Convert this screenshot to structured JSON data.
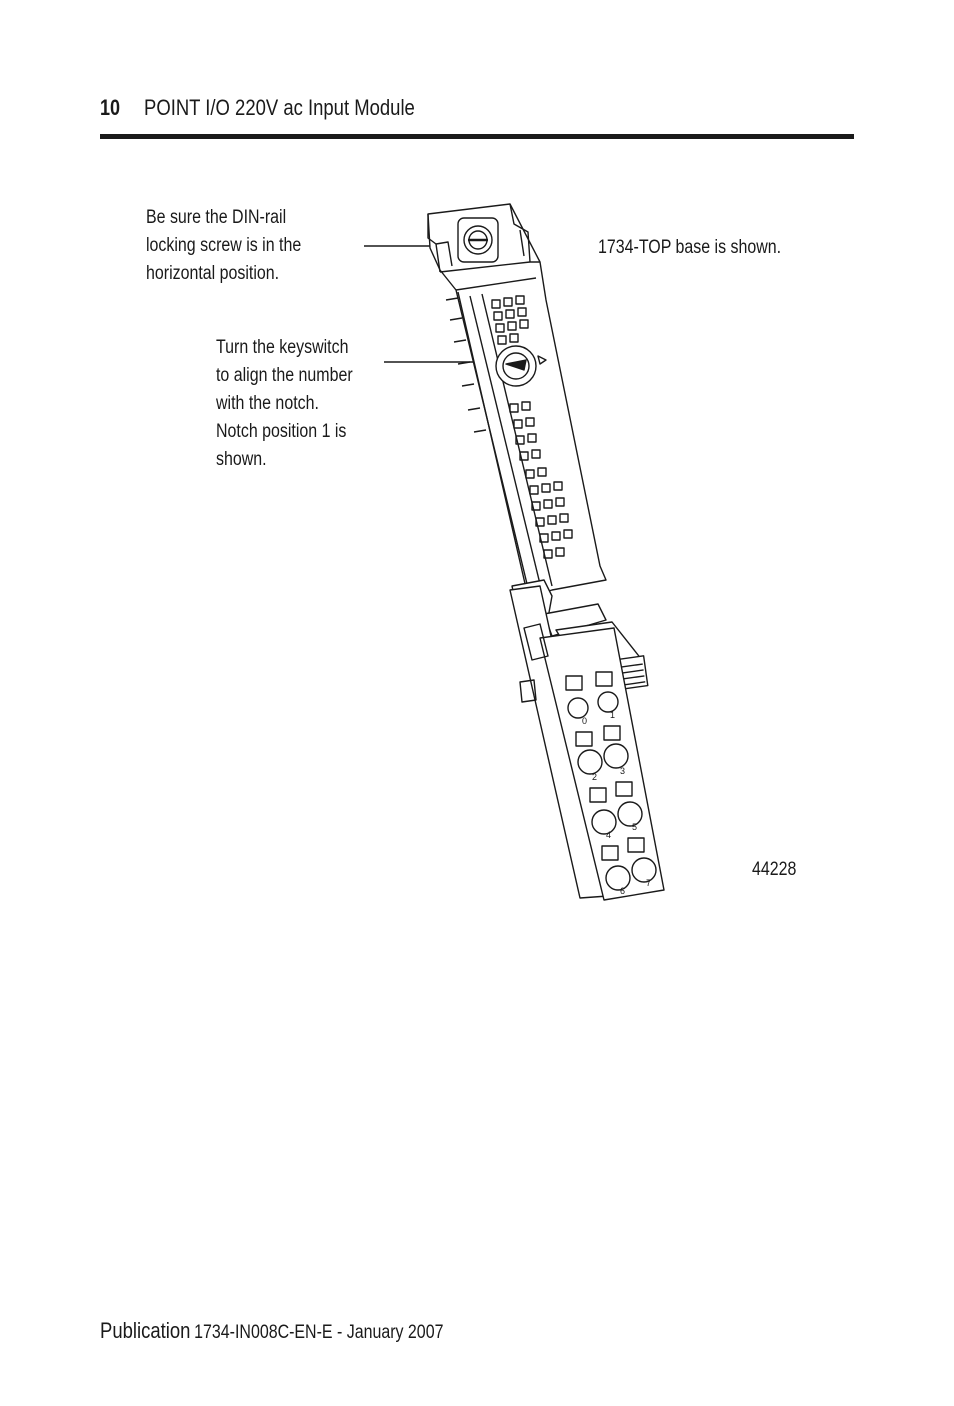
{
  "header": {
    "page_number": "10",
    "title": "POINT I/O 220V ac Input Module"
  },
  "callouts": {
    "din_rail": [
      "Be sure the DIN-rail",
      "locking screw is in the",
      "horizontal position."
    ],
    "keyswitch": [
      "Turn the keyswitch",
      "to align the number",
      "with the notch.",
      "Notch position 1 is",
      "shown."
    ],
    "base": "1734-TOP base is shown.",
    "figure_id": "44228"
  },
  "terminal_labels": [
    "0",
    "1",
    "2",
    "3",
    "4",
    "5",
    "6",
    "7"
  ],
  "footer": {
    "label": "Publication",
    "reference": "1734-IN008C-EN-E - January 2007"
  }
}
